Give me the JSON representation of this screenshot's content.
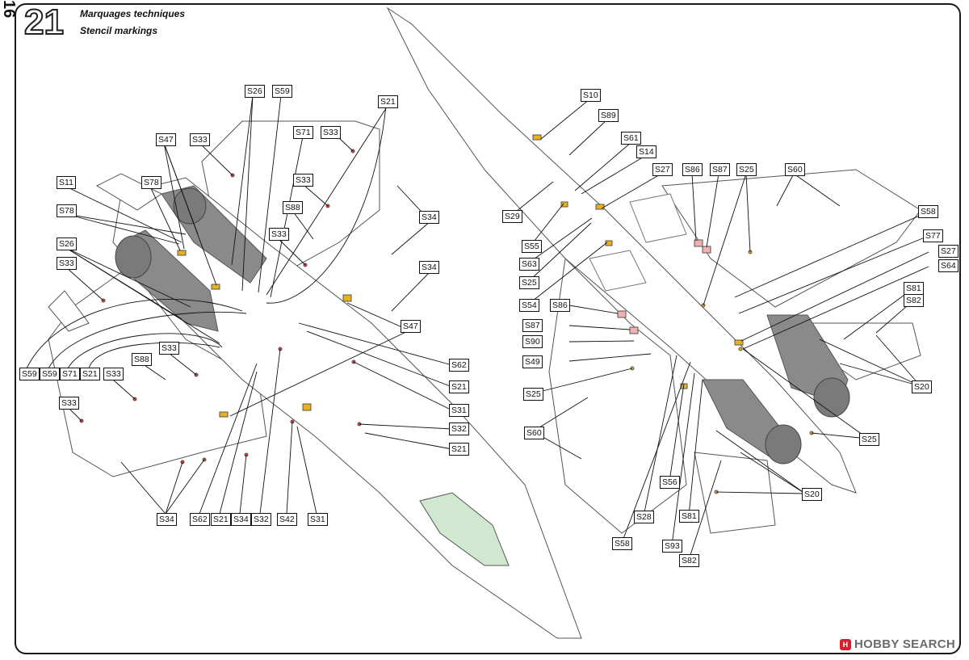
{
  "page_number": "16",
  "step": "21",
  "title_fr": "Marquages techniques",
  "title_en": "Stencil markings",
  "watermark": "HOBBY SEARCH",
  "colors": {
    "stencil_yellow": "#e8b21e",
    "stencil_red": "#e63a3a",
    "dark_grey": "#8a8a8a",
    "canopy_green": "#cfe8cf"
  },
  "callouts": {
    "top_view": [
      "S26",
      "S59",
      "S21",
      "S47",
      "S33",
      "S71",
      "S33",
      "S33",
      "S11",
      "S78",
      "S88",
      "S78",
      "S34",
      "S33",
      "S26",
      "S34",
      "S33",
      "S47",
      "S62",
      "S59",
      "S59",
      "S71",
      "S21",
      "S88",
      "S33",
      "S33",
      "S21",
      "S33",
      "S31",
      "S32",
      "S21",
      "S34",
      "S62",
      "S21",
      "S34",
      "S32",
      "S42",
      "S31"
    ],
    "bottom_view": [
      "S10",
      "S89",
      "S61",
      "S14",
      "S27",
      "S86",
      "S87",
      "S25",
      "S60",
      "S58",
      "S29",
      "S77",
      "S55",
      "S27",
      "S63",
      "S64",
      "S25",
      "S54",
      "S81",
      "S82",
      "S86",
      "S87",
      "S90",
      "S49",
      "S20",
      "S25",
      "S25",
      "S60",
      "S20",
      "S56",
      "S28",
      "S81",
      "S58",
      "S93",
      "S82"
    ]
  }
}
